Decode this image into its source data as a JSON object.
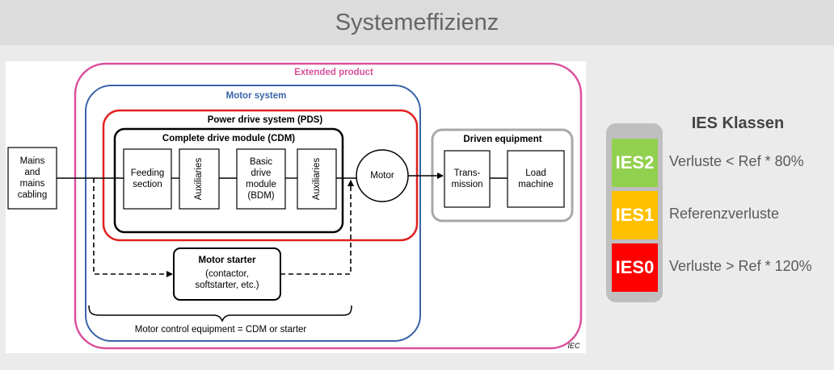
{
  "header": {
    "title": "Systemeffizienz"
  },
  "diagram": {
    "groups": {
      "extended_product": "Extended product",
      "motor_system": "Motor system",
      "pds": "Power drive system (PDS)",
      "cdm": "Complete drive module (CDM)",
      "driven_equipment": "Driven equipment"
    },
    "blocks": {
      "mains": "Mains\nand\nmains\ncabling",
      "feeding": "Feeding\nsection",
      "auxiliaries_1": "Auxiliaries",
      "bdm": "Basic\ndrive\nmodule\n(BDM)",
      "auxiliaries_2": "Auxiliaries",
      "motor": "Motor",
      "transmission": "Trans-\nmission",
      "load_machine": "Load\nmachine",
      "motor_starter_title": "Motor starter",
      "motor_starter_sub": "(contactor,\nsoftstarter, etc.)"
    },
    "brace_label": "Motor control equipment = CDM or starter",
    "source": "IEC",
    "colors": {
      "extended": "#d9519b",
      "motor_system": "#3a64a8",
      "pds": "#e0201f",
      "driven": "#a8a8a8"
    }
  },
  "legend": {
    "title": "IES Klassen",
    "classes": [
      {
        "code": "IES2",
        "description": "Verluste < Ref * 80%",
        "color": "#92d050"
      },
      {
        "code": "IES1",
        "description": "Referenzverluste",
        "color": "#ffc000"
      },
      {
        "code": "IES0",
        "description": "Verluste > Ref * 120%",
        "color": "#ff0000"
      }
    ]
  }
}
